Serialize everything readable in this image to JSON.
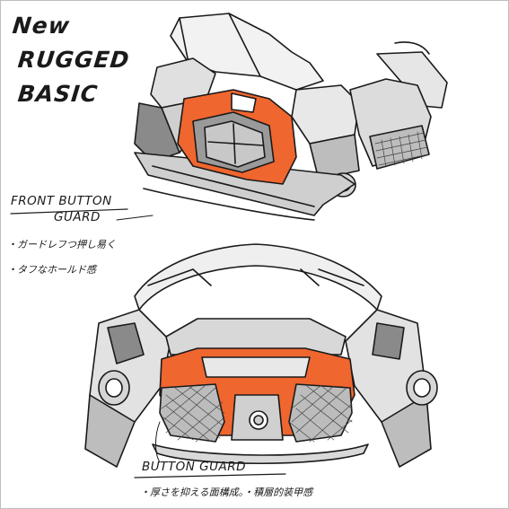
{
  "title": {
    "line1": "New",
    "line2": "RUGGED",
    "line3": "BASIC"
  },
  "front_label": {
    "line1": "FRONT BUTTON",
    "line2": "GUARD"
  },
  "front_notes": [
    "・ガードレフつ押し易く",
    "・タフなホールド感"
  ],
  "bottom_label": "BUTTON GUARD",
  "bottom_note": "・厚さを抑える面構成。・積層的装甲感",
  "colors": {
    "accent": "#f0662f",
    "ink": "#1a1a1a",
    "shade_dark": "#7d7d7d",
    "shade_light": "#d9d9d9"
  }
}
